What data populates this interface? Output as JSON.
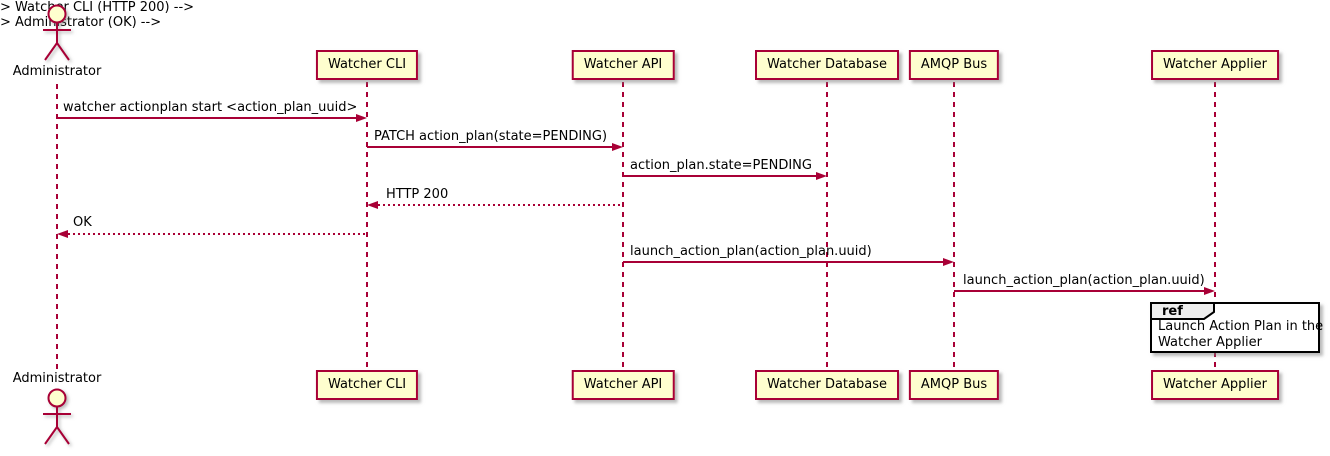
{
  "diagram_type": "sequence-diagram",
  "actor": {
    "name": "Administrator"
  },
  "participants": [
    {
      "name": "Watcher CLI"
    },
    {
      "name": "Watcher API"
    },
    {
      "name": "Watcher Database"
    },
    {
      "name": "AMQP Bus"
    },
    {
      "name": "Watcher Applier"
    }
  ],
  "messages": [
    {
      "from": "Administrator",
      "to": "Watcher CLI",
      "label": "watcher actionplan start <action_plan_uuid>",
      "line": "solid"
    },
    {
      "from": "Watcher CLI",
      "to": "Watcher API",
      "label": "PATCH action_plan(state=PENDING)",
      "line": "solid"
    },
    {
      "from": "Watcher API",
      "to": "Watcher Database",
      "label": "action_plan.state=PENDING",
      "line": "solid"
    },
    {
      "from": "Watcher API",
      "to": "Watcher CLI",
      "label": "HTTP 200",
      "line": "dotted"
    },
    {
      "from": "Watcher CLI",
      "to": "Administrator",
      "label": "OK",
      "line": "dotted"
    },
    {
      "from": "Watcher API",
      "to": "AMQP Bus",
      "label": "launch_action_plan(action_plan.uuid)",
      "line": "solid"
    },
    {
      "from": "AMQP Bus",
      "to": "Watcher Applier",
      "label": "launch_action_plan(action_plan.uuid)",
      "line": "solid"
    }
  ],
  "ref_fragment": {
    "keyword": "ref",
    "line1": "Launch Action Plan in the",
    "line2": "Watcher Applier"
  },
  "colors": {
    "stroke": "#A80036",
    "participant_fill": "#FEFECE",
    "text": "#000000",
    "ref_border": "#000000",
    "ref_header_fill": "#EEEEEE",
    "background": "#FFFFFF"
  }
}
